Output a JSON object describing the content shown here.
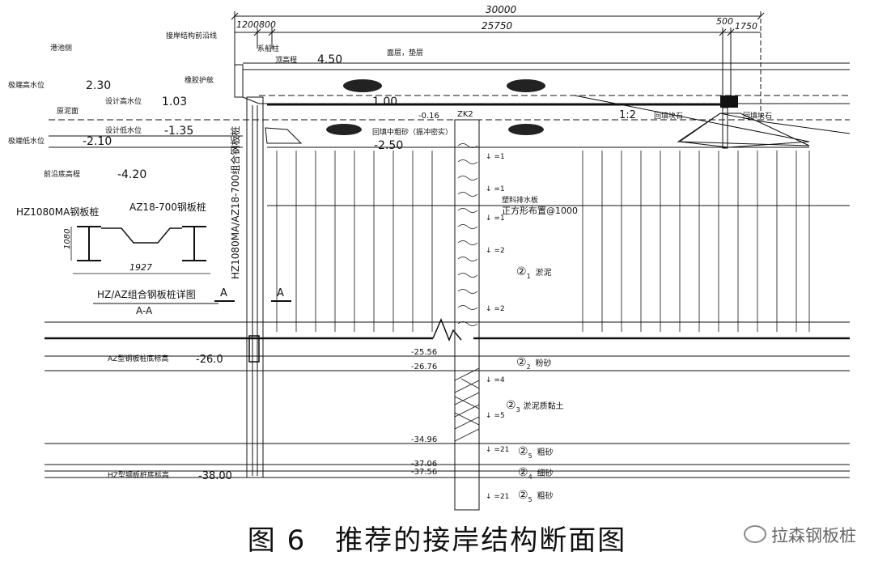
{
  "dimensions": {
    "total": "30000",
    "span": "25750",
    "left_a": "1200",
    "left_b": "800",
    "right_a": "500",
    "right_b": "1750"
  },
  "labels": {
    "harbor_side": "港池侧",
    "front_line": "接岸结构前沿线",
    "bollard": "系船柱",
    "fender": "橡胶护舷",
    "surface": "面层，垫层",
    "fill_level": "顶高程",
    "design_high": "设计高水位",
    "design_low": "设计低水位",
    "ext_high": "极端高水位",
    "ext_low": "极端低水位",
    "mudline": "原泥面",
    "dredge": "前沿底高程",
    "backfill_stone_1": "回填块石",
    "backfill_stone_2": "回填块石",
    "backfill_sand": "回填中粗砂（振冲密实）",
    "slope": "1:2",
    "borehole": "ZK2",
    "drain_board": "塑料排水板",
    "drain_spacing": "正方形布置@1000",
    "pile_vertical": "HZ1080MA/AZ18-700组合钢板桩",
    "hz_pile": "HZ1080MA钢板桩",
    "az_pile": "AZ18-700钢板桩",
    "detail_h": "1080",
    "detail_w": "1927",
    "detail_title": "HZ/AZ组合钢板桩详图",
    "detail_sub": "A-A",
    "section_a1": "A",
    "section_a2": "A",
    "az_bottom": "AZ型钢板桩底标高",
    "hz_bottom": "HZ型钢板桩底标高"
  },
  "elevations": {
    "top": "4.50",
    "ext_high": "2.30",
    "design_high": "1.03",
    "tie": "1.00",
    "ground": "-0.16",
    "design_low": "-1.35",
    "ext_low": "-2.10",
    "sand_bottom": "-2.50",
    "dredge": "-4.20",
    "l1": "-25.56",
    "l2": "-26.76",
    "az": "-26.0",
    "l3": "-34.96",
    "l4": "-37.06",
    "l5": "-37.56",
    "hz": "-38.00"
  },
  "soils": [
    {
      "id": "②",
      "sub": "1",
      "name": "淤泥"
    },
    {
      "id": "②",
      "sub": "2",
      "name": "粉砂"
    },
    {
      "id": "②",
      "sub": "3",
      "name": "淤泥质黏土"
    },
    {
      "id": "②",
      "sub": "5",
      "name": "粗砂"
    },
    {
      "id": "②",
      "sub": "4",
      "name": "细砂"
    },
    {
      "id": "②",
      "sub": "5",
      "name": "粗砂"
    }
  ],
  "spt": [
    "=1",
    "=1",
    "=1",
    "=2",
    "=2",
    "=4",
    "=5",
    "=21",
    "=21"
  ],
  "caption": "图 6　推荐的接岸结构断面图",
  "watermark": "拉森钢板桩"
}
